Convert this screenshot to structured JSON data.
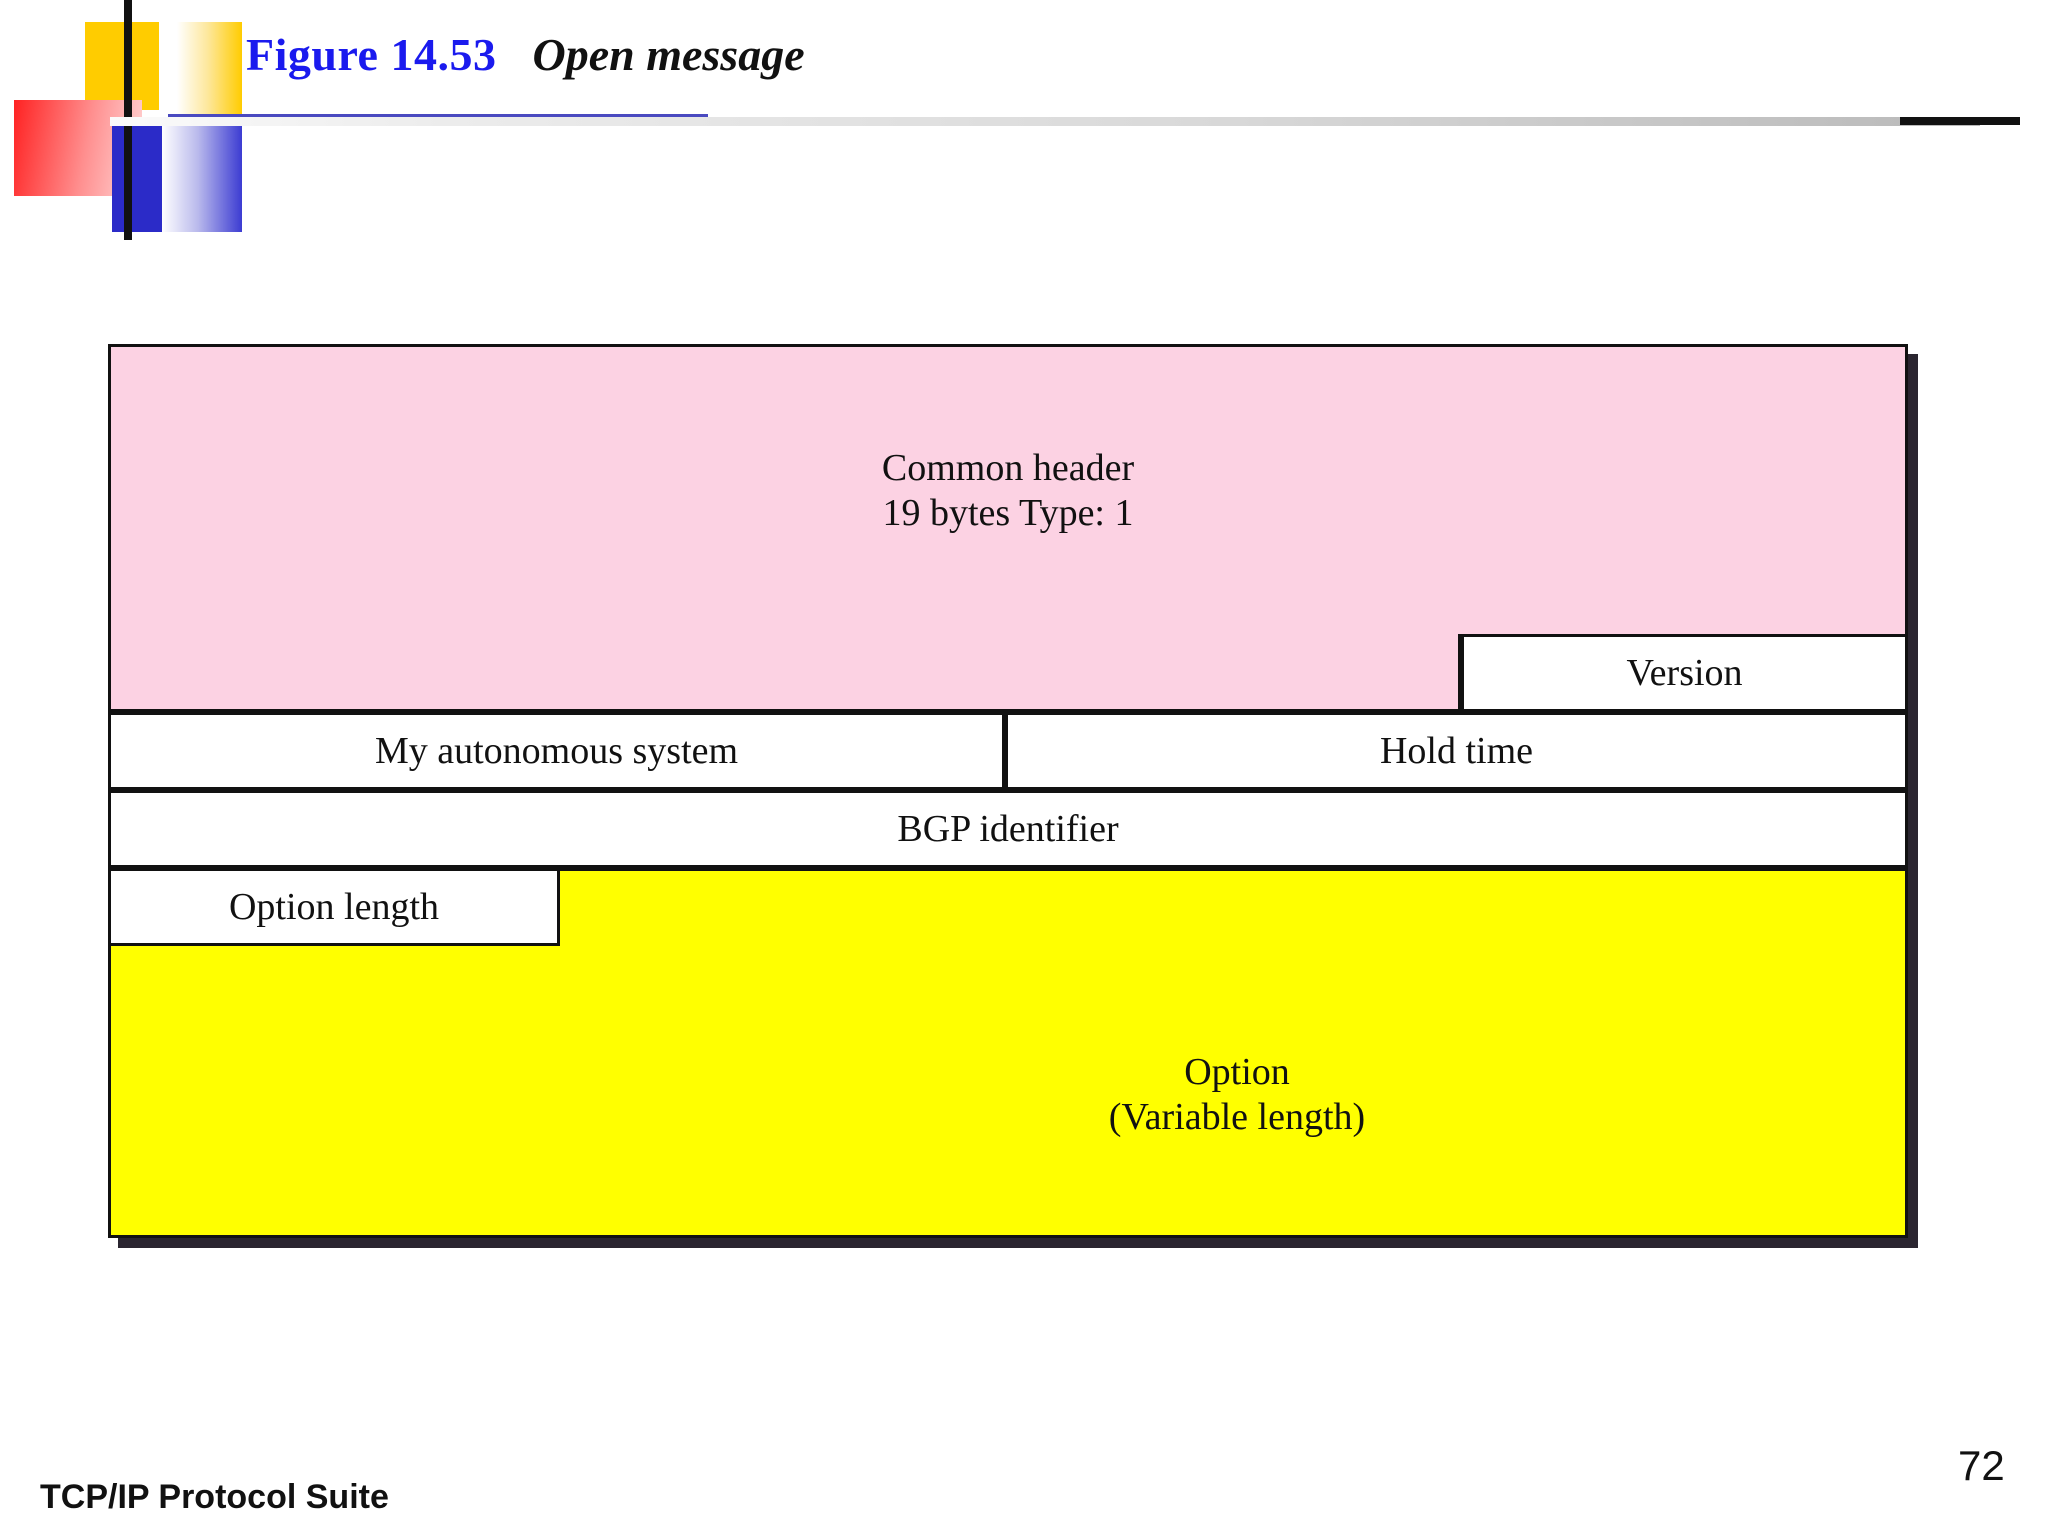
{
  "slide": {
    "title": {
      "figure_number": "Figure 14.53",
      "figure_name": "Open message"
    },
    "footer": {
      "book_title": "TCP/IP Protocol Suite",
      "page_number": "72"
    }
  },
  "colors": {
    "title_number": "#1A1AEE",
    "title_name": "#111111",
    "common_header_fill": "#FCD2E3",
    "option_fill": "#FFFF00",
    "field_fill": "#FFFFFF",
    "border": "#111111",
    "deco_yellow": "#FFCC00",
    "deco_blue": "#2B2BC8",
    "deco_red": "#FF2222"
  },
  "diagram": {
    "name": "bgp-open-message-packet-format",
    "fields": [
      {
        "id": "common-header",
        "line1": "Common header",
        "line2": "19 bytes   Type: 1",
        "fill": "#FCD2E3"
      },
      {
        "id": "version",
        "label": "Version",
        "fill": "#FFFFFF"
      },
      {
        "id": "my-autonomous-system",
        "label": "My autonomous system",
        "fill": "#FFFFFF"
      },
      {
        "id": "hold-time",
        "label": "Hold time",
        "fill": "#FFFFFF"
      },
      {
        "id": "bgp-identifier",
        "label": "BGP identifier",
        "fill": "#FFFFFF"
      },
      {
        "id": "option-length",
        "label": "Option length",
        "fill": "#FFFFFF"
      },
      {
        "id": "option",
        "line1": "Option",
        "line2": "(Variable length)",
        "fill": "#FFFF00"
      }
    ]
  }
}
